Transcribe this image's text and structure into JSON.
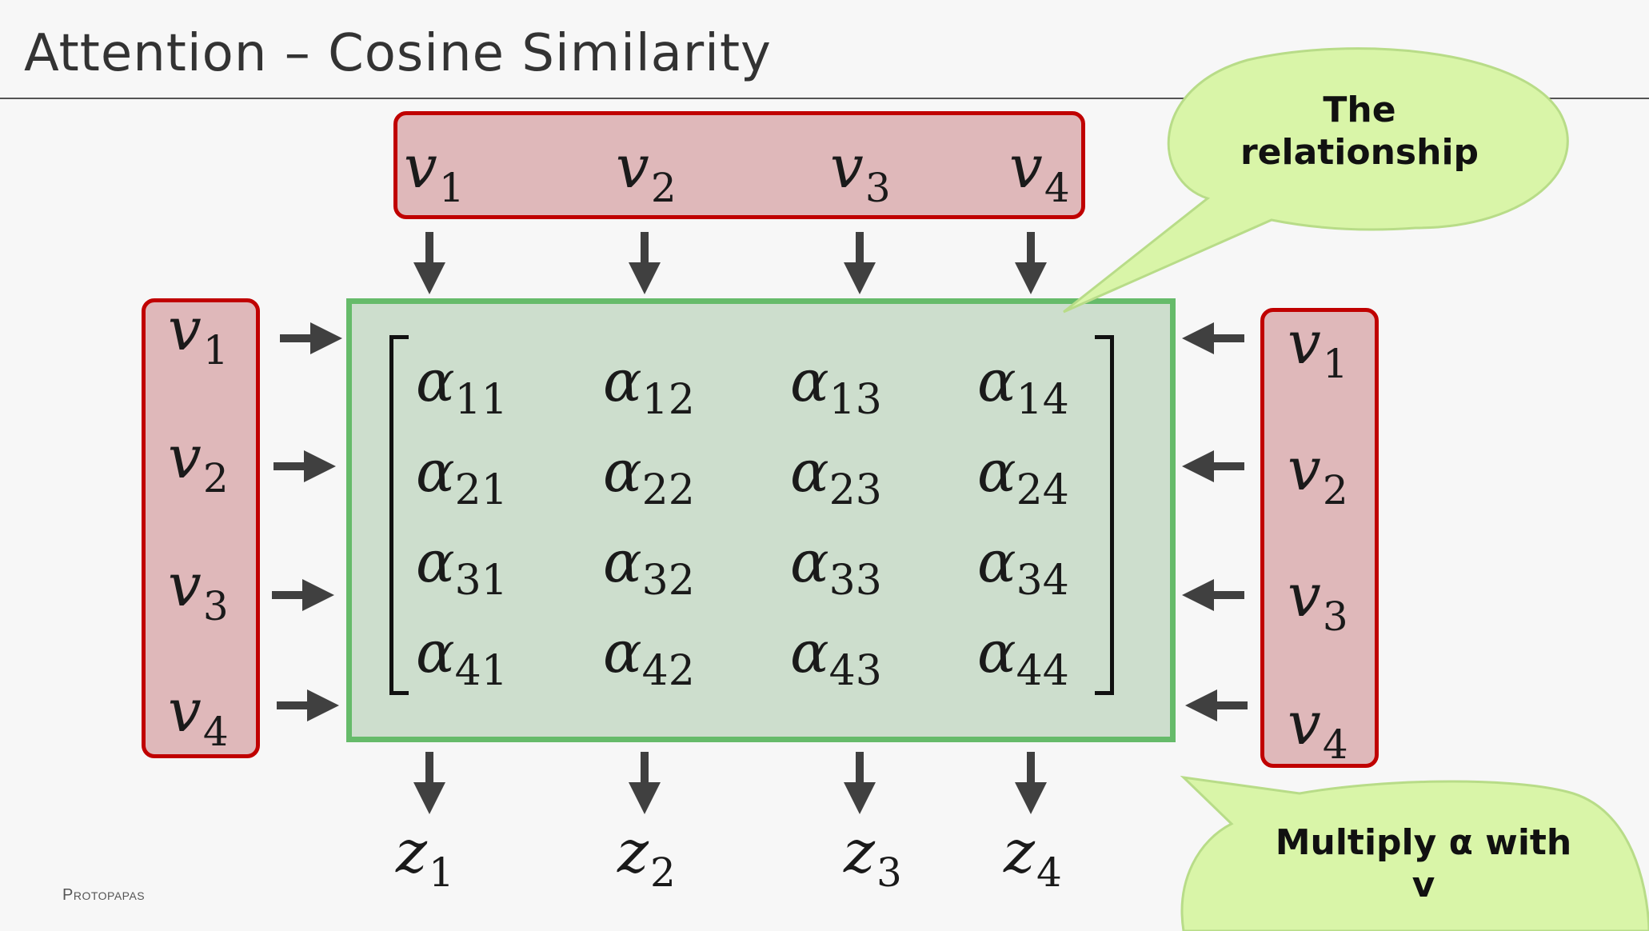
{
  "title": "Attention – Cosine Similarity",
  "footer": "Protopapas",
  "vector_symbol": "v",
  "vectors": [
    "1",
    "2",
    "3",
    "4"
  ],
  "alpha_symbol": "α",
  "matrix": [
    [
      "11",
      "12",
      "13",
      "14"
    ],
    [
      "21",
      "22",
      "23",
      "24"
    ],
    [
      "31",
      "32",
      "33",
      "34"
    ],
    [
      "41",
      "42",
      "43",
      "44"
    ]
  ],
  "output_symbol": "z",
  "outputs": [
    "1",
    "2",
    "3",
    "4"
  ],
  "callout_top": "The relationship",
  "callout_bottom": "Multiply α with v",
  "colors": {
    "vector_box_fill": "#dfb8ba",
    "vector_box_border": "#c00000",
    "matrix_fill": "#cddecd",
    "matrix_border": "#66bb6a",
    "callout_fill": "#d9f5a8",
    "arrow": "#404040"
  }
}
